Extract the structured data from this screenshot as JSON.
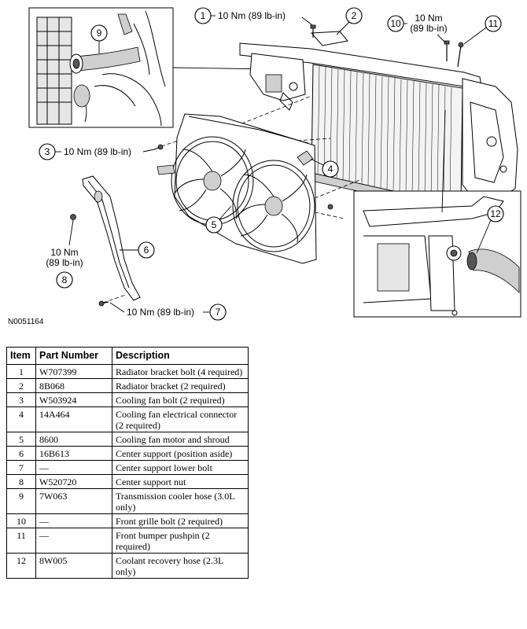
{
  "diagram": {
    "figure_id": "N0051164",
    "callouts": [
      {
        "num": "1",
        "torque": "10 Nm (89 lb-in)"
      },
      {
        "num": "2"
      },
      {
        "num": "3",
        "torque": "10 Nm (89 lb-in)"
      },
      {
        "num": "4"
      },
      {
        "num": "5"
      },
      {
        "num": "6"
      },
      {
        "num": "7",
        "torque": "10 Nm (89 lb-in)"
      },
      {
        "num": "8",
        "torque_line1": "10 Nm",
        "torque_line2": "(89 lb-in)"
      },
      {
        "num": "9"
      },
      {
        "num": "10",
        "torque_line1": "10 Nm",
        "torque_line2": "(89 lb-in)"
      },
      {
        "num": "11"
      },
      {
        "num": "12"
      }
    ]
  },
  "table": {
    "headers": [
      "Item",
      "Part Number",
      "Description"
    ],
    "rows": [
      {
        "item": "1",
        "part": "W707399",
        "desc": "Radiator bracket bolt (4 required)"
      },
      {
        "item": "2",
        "part": "8B068",
        "desc": "Radiator bracket (2 required)"
      },
      {
        "item": "3",
        "part": "W503924",
        "desc": "Cooling fan bolt (2 required)"
      },
      {
        "item": "4",
        "part": "14A464",
        "desc": "Cooling fan electrical connector (2 required)"
      },
      {
        "item": "5",
        "part": "8600",
        "desc": "Cooling fan motor and shroud"
      },
      {
        "item": "6",
        "part": "16B613",
        "desc": "Center support (position aside)"
      },
      {
        "item": "7",
        "part": "—",
        "desc": "Center support lower bolt"
      },
      {
        "item": "8",
        "part": "W520720",
        "desc": "Center support nut"
      },
      {
        "item": "9",
        "part": "7W063",
        "desc": "Transmission cooler hose (3.0L only)"
      },
      {
        "item": "10",
        "part": "—",
        "desc": "Front grille bolt (2 required)"
      },
      {
        "item": "11",
        "part": "—",
        "desc": "Front bumper pushpin (2 required)"
      },
      {
        "item": "12",
        "part": "8W005",
        "desc": "Coolant recovery hose (2.3L only)"
      }
    ]
  }
}
